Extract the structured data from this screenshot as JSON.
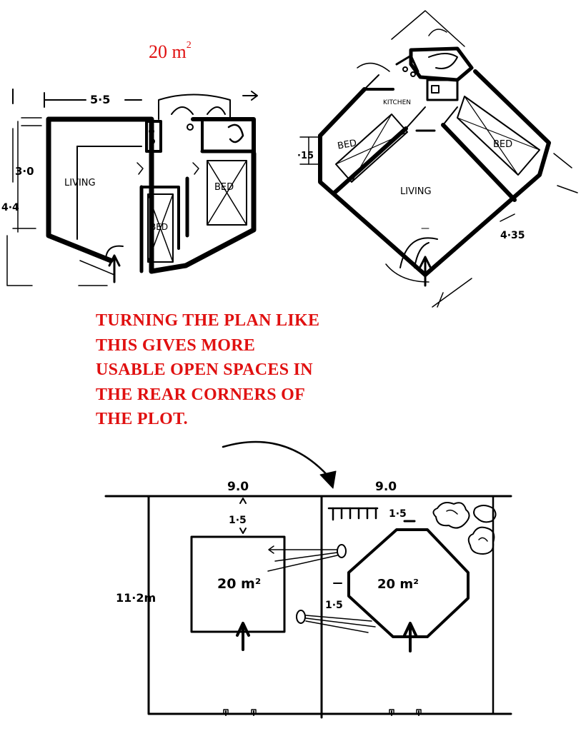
{
  "area_label": {
    "value": "20 m",
    "exponent": "2"
  },
  "caption": {
    "lines": [
      "TURNING THE PLAN LIKE",
      "THIS GIVES MORE",
      "USABLE OPEN SPACES IN",
      "THE REAR CORNERS OF",
      "THE PLOT."
    ]
  },
  "plan_left": {
    "width_dim": "5·5",
    "dims": [
      "3·0",
      "4·4"
    ],
    "rooms": [
      "LIVING",
      "BED",
      "BED"
    ]
  },
  "plan_right": {
    "rooms": [
      "KITCHEN",
      "BED",
      "BED",
      "LIVING"
    ],
    "dims": [
      "·15",
      "4·35"
    ]
  },
  "site_plan": {
    "plot_widths": [
      "9.0",
      "9.0"
    ],
    "setbacks": [
      "1·5",
      "1·5",
      "1·5"
    ],
    "plot_depth": "11·2m",
    "house_labels": [
      "20 m²",
      "20 m²"
    ]
  },
  "colors": {
    "annotation": "#e01010",
    "ink": "#000000",
    "background": "#ffffff"
  }
}
